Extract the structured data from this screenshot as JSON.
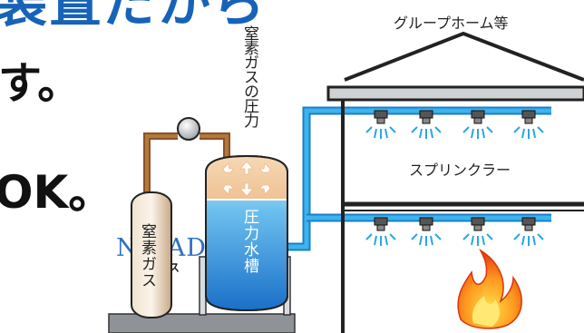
{
  "headline": {
    "top": "装置だから",
    "middle": "す。",
    "ok": "OK。"
  },
  "logo": {
    "main": "NAIAD",
    "sub": "ナイアス"
  },
  "house": {
    "label": "グループホーム等"
  },
  "sprinkler": {
    "label": "スプリンクラー"
  },
  "nitrogen_pressure": {
    "label": "窒素ガスの圧力"
  },
  "pressure_tank": {
    "label": "圧力水槽"
  },
  "nitrogen_cylinder": {
    "label": "窒素ガス"
  },
  "colors": {
    "pipe_water": "#2aa6e6",
    "pipe_gas": "#a0622a",
    "headline_blue": "#1663b8",
    "tank_water": "#2a8fe0",
    "tank_gas": "#f2c9a0",
    "fire": "#f05a14"
  }
}
